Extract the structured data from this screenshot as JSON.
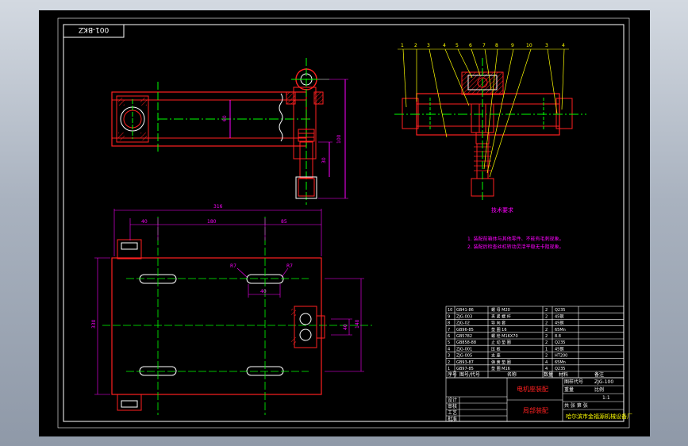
{
  "drawing": {
    "stamp": "001-BKZ",
    "callouts": [
      "1",
      "2",
      "3",
      "4",
      "5",
      "6",
      "7",
      "8",
      "9",
      "10",
      "3",
      "4"
    ],
    "dims": {
      "rod_height": "60",
      "side_height": "100",
      "side_lower": "30",
      "overall_width": "316",
      "seg_left": "40",
      "seg_mid": "180",
      "seg_right": "85",
      "slot_left": "R7",
      "slot_right": "R7",
      "slot_width": "40",
      "block_height": "40",
      "block_span": "140",
      "plate_height": "330"
    },
    "tech_notes": {
      "title": "技术要求",
      "lines": [
        "1. 装配前箱体与其他零件、不能有毛刺现象。",
        "2. 装配后检查丝杠转动灵活平稳无卡阻现象。"
      ]
    },
    "bom": {
      "rows": [
        {
          "no": "10",
          "code": "GB41-86",
          "name": "螺 母 M20",
          "qty": "2",
          "mat": "Q235"
        },
        {
          "no": "9",
          "code": "ZJG-003",
          "name": "夹 紧 螺 杆",
          "qty": "2",
          "mat": "45钢"
        },
        {
          "no": "8",
          "code": "ZJG-02",
          "name": "导 向 套",
          "qty": "2",
          "mat": "45钢"
        },
        {
          "no": "7",
          "code": "GB96-85",
          "name": "垫 圈 16",
          "qty": "2",
          "mat": "65Mn"
        },
        {
          "no": "6",
          "code": "GB5782",
          "name": "螺 栓 M16X70",
          "qty": "2",
          "mat": "8.8"
        },
        {
          "no": "5",
          "code": "GB858-88",
          "name": "止 动 垫 圈",
          "qty": "2",
          "mat": "Q235"
        },
        {
          "no": "4",
          "code": "ZJG-001",
          "name": "压 板",
          "qty": "1",
          "mat": "45钢"
        },
        {
          "no": "3",
          "code": "ZJG-005",
          "name": "支 座",
          "qty": "2",
          "mat": "HT200"
        },
        {
          "no": "2",
          "code": "GB93-87",
          "name": "弹 簧 垫 圈",
          "qty": "4",
          "mat": "65Mn"
        },
        {
          "no": "1",
          "code": "GB97-85",
          "name": "垫 圈 M16",
          "qty": "4",
          "mat": "Q235"
        }
      ],
      "header": {
        "no": "序号",
        "code": "图号/代号",
        "name": "名称",
        "qty": "数量",
        "mat": "材料",
        "remark": "备注"
      }
    },
    "title_block": {
      "assembly_name": "电机座装配",
      "drawing_label": "图样代号",
      "drawing_no": "ZJG-100",
      "scale_label": "比例",
      "scale": "1:1",
      "weight_label": "重量",
      "sheet_label": "共 张 第 张",
      "part_name": "局部装配",
      "company": "哈尔滨市金福源机械设备厂",
      "signatures": [
        "设计",
        "审核",
        "工艺",
        "批准"
      ]
    }
  }
}
